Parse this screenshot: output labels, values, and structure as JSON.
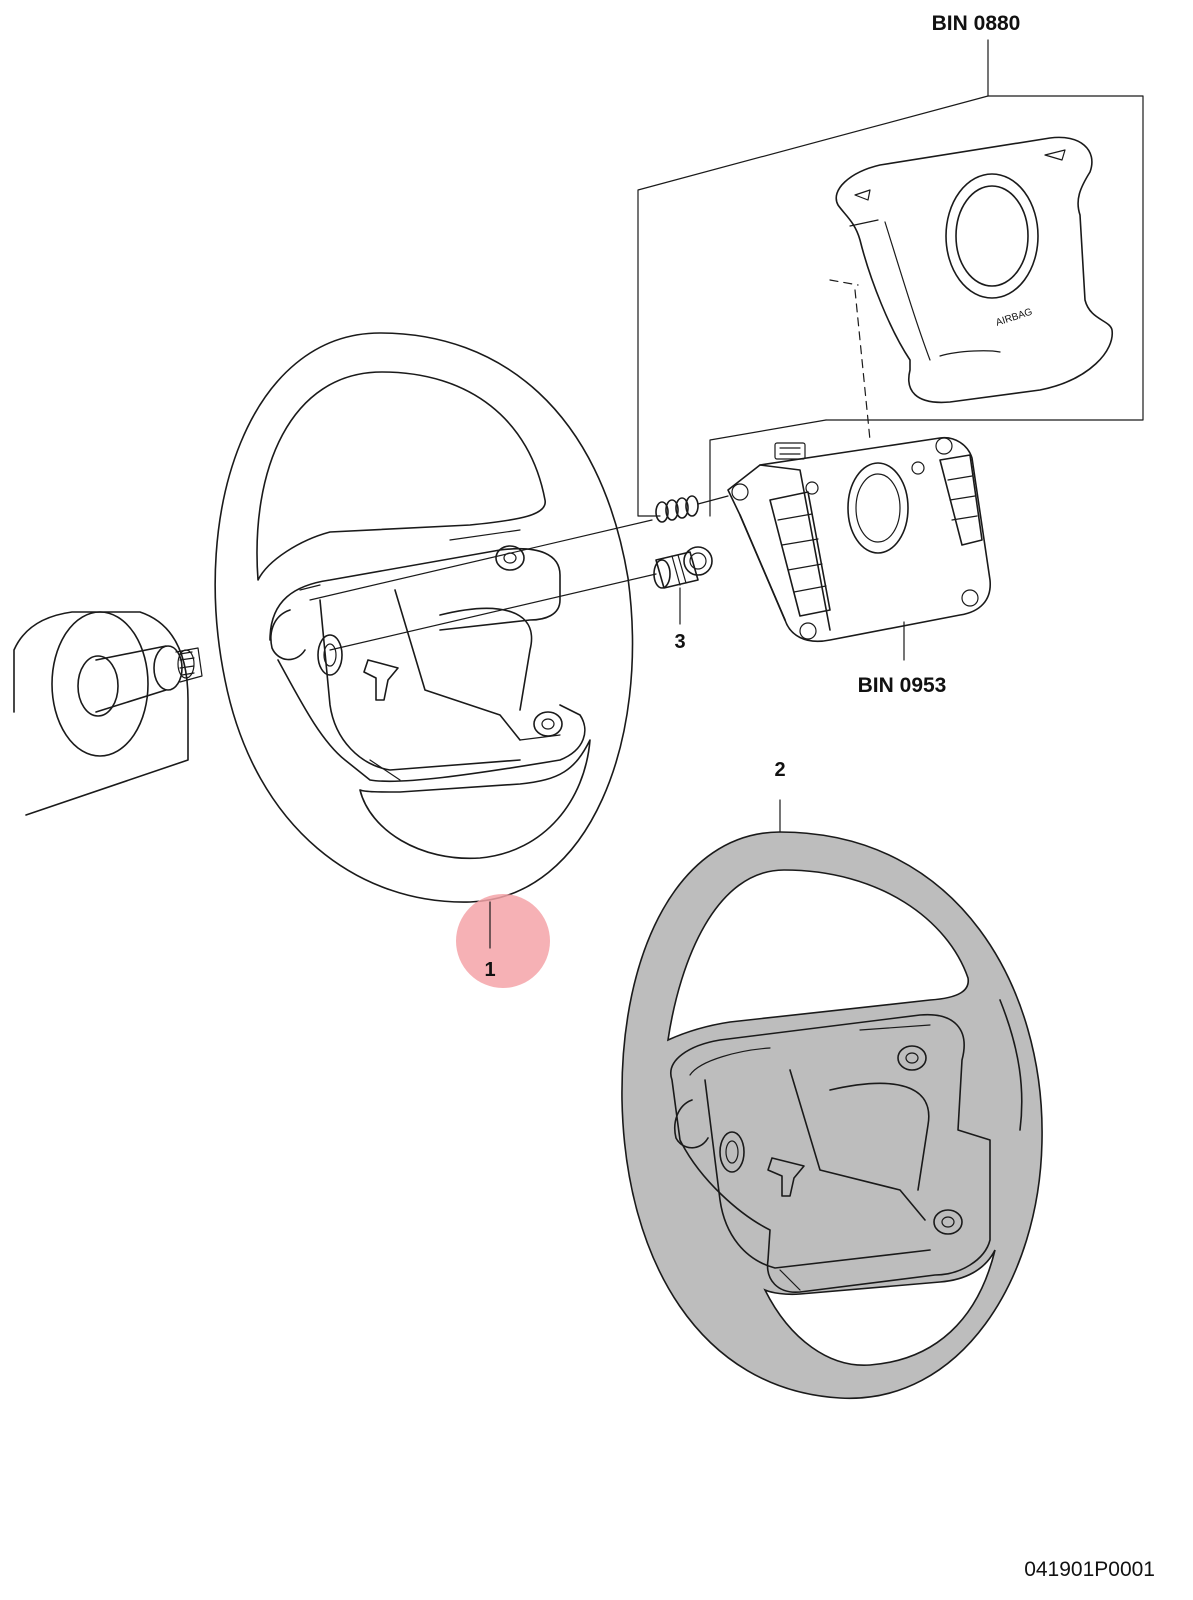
{
  "callouts": {
    "bin_0880": "BIN 0880",
    "bin_0953": "BIN 0953",
    "part_1": "1",
    "part_2": "2",
    "part_3": "3"
  },
  "airbag_marking": "AIRBAG",
  "drawing_code": "041901P0001",
  "colors": {
    "highlight": "#f4a3a8",
    "ring_fill": "#bdbdbd",
    "line": "#1a1a1a"
  }
}
